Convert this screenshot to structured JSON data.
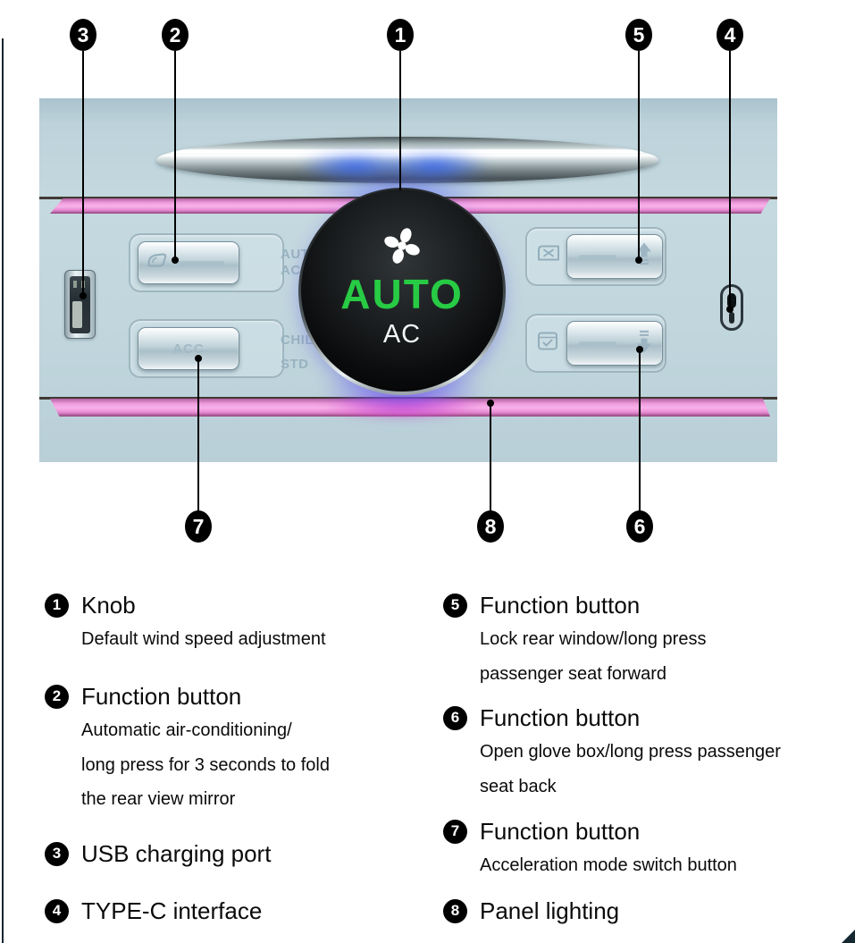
{
  "figure": {
    "knob": {
      "auto": "AUTO",
      "ac": "AC"
    },
    "labels": {
      "auto_line1": "AUTO",
      "auto_line2": "AC",
      "chill": "CHILL",
      "std": "STD",
      "acc": "ACC"
    },
    "icons": {
      "fan": "fan-icon",
      "mirror": "side-mirror-icon",
      "window_lock": "rear-window-lock-icon",
      "glove_box": "glove-box-check-icon",
      "arrow_up": "auto-up-arrow-icon",
      "arrow_down": "auto-down-arrow-icon"
    },
    "colors": {
      "accent_green": "#27cb44",
      "panel_pink": "#f0a0e0",
      "panel_blue": "#c1d6dd",
      "glow_blue": "#2e5aff"
    }
  },
  "callouts": {
    "c1": "1",
    "c2": "2",
    "c3": "3",
    "c4": "4",
    "c5": "5",
    "c6": "6",
    "c7": "7",
    "c8": "8"
  },
  "legend": {
    "left": [
      {
        "num": "1",
        "title": "Knob",
        "desc": [
          "Default wind speed adjustment"
        ]
      },
      {
        "num": "2",
        "title": "Function button",
        "desc": [
          "Automatic air-conditioning/",
          "long press for 3 seconds to fold",
          "the rear view mirror"
        ]
      },
      {
        "num": "3",
        "title": "USB charging port",
        "desc": []
      },
      {
        "num": "4",
        "title": "TYPE-C interface",
        "desc": []
      }
    ],
    "right": [
      {
        "num": "5",
        "title": "Function button",
        "desc": [
          "Lock rear window/long press",
          "passenger seat forward"
        ]
      },
      {
        "num": "6",
        "title": "Function button",
        "desc": [
          "Open glove box/long press passenger",
          "seat back"
        ]
      },
      {
        "num": "7",
        "title": "Function button",
        "desc": [
          "Acceleration mode switch button"
        ]
      },
      {
        "num": "8",
        "title": "Panel lighting",
        "desc": []
      }
    ]
  }
}
